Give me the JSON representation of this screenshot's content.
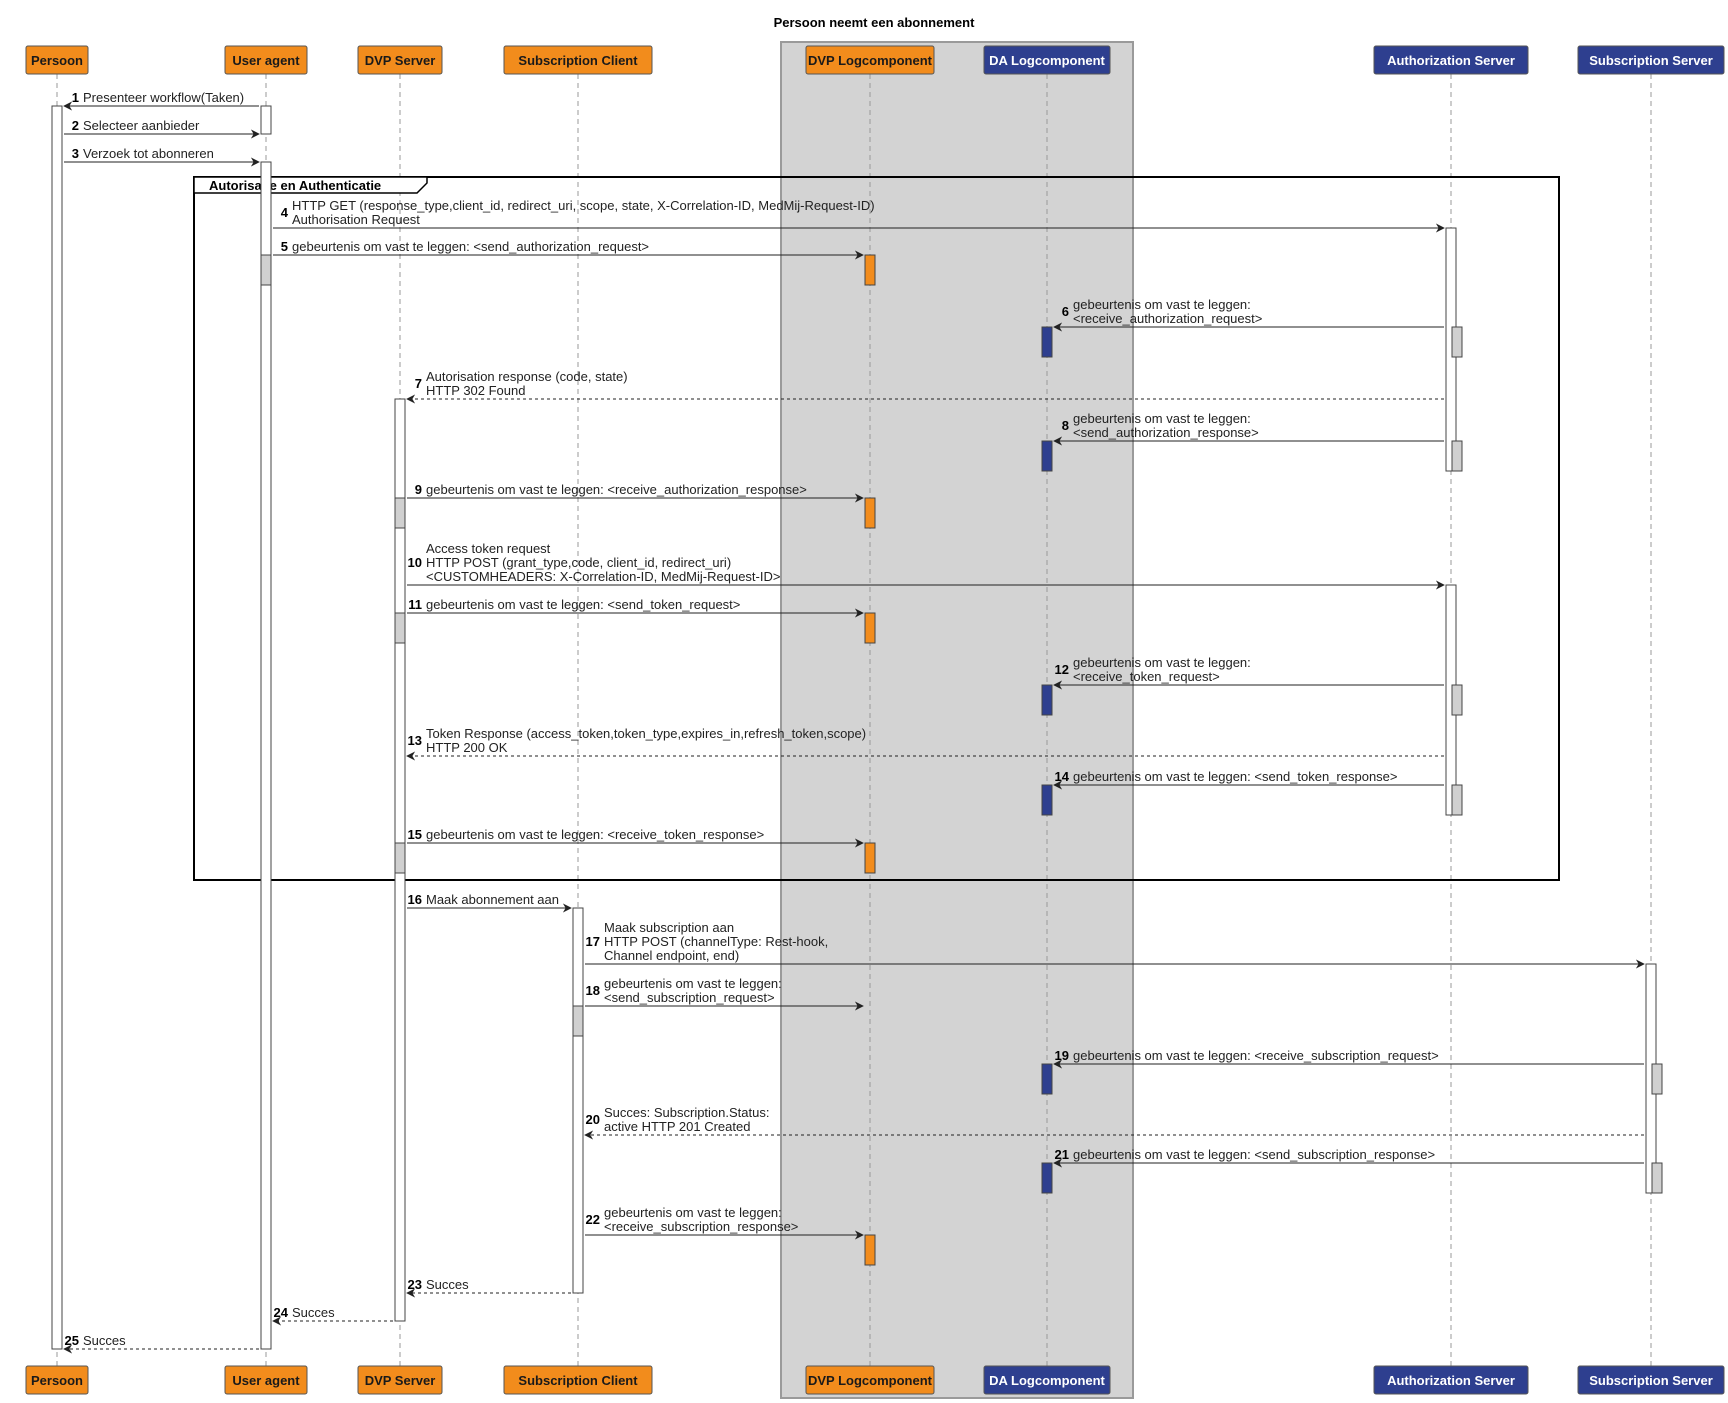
{
  "title": "Persoon neemt een abonnement",
  "colors": {
    "orange": "#f28c1c",
    "blue": "#2e3f8f",
    "group_bg": "#d3d3d3",
    "act_grey": "#d0d0d0"
  },
  "participants": [
    {
      "id": "persoon",
      "label": "Persoon",
      "color": "orange"
    },
    {
      "id": "ua",
      "label": "User agent",
      "color": "orange"
    },
    {
      "id": "dvp",
      "label": "DVP Server",
      "color": "orange"
    },
    {
      "id": "subc",
      "label": "Subscription Client",
      "color": "orange"
    },
    {
      "id": "dvplog",
      "label": "DVP Logcomponent",
      "color": "orange"
    },
    {
      "id": "dalog",
      "label": "DA  Logcomponent",
      "color": "blue"
    },
    {
      "id": "auth",
      "label": "Authorization Server",
      "color": "blue"
    },
    {
      "id": "subs",
      "label": "Subscription Server",
      "color": "blue"
    }
  ],
  "group_label": "Autorisatie en Authenticatie",
  "messages": [
    {
      "num": "1",
      "from": "ua",
      "to": "persoon",
      "dashed": false,
      "lines": [
        "Presenteer workflow(Taken)"
      ]
    },
    {
      "num": "2",
      "from": "persoon",
      "to": "ua",
      "dashed": false,
      "lines": [
        "Selecteer aanbieder"
      ]
    },
    {
      "num": "3",
      "from": "persoon",
      "to": "ua",
      "dashed": false,
      "lines": [
        "Verzoek tot abonneren"
      ]
    },
    {
      "num": "4",
      "from": "ua",
      "to": "auth",
      "dashed": false,
      "lines": [
        "HTTP GET (response_type,client_id, redirect_uri, scope, state, X-Correlation-ID, MedMij-Request-ID)",
        "Authorisation Request"
      ]
    },
    {
      "num": "5",
      "from": "ua",
      "to": "dvplog",
      "dashed": false,
      "lines": [
        "gebeurtenis om vast te leggen: <send_authorization_request>"
      ]
    },
    {
      "num": "6",
      "from": "auth",
      "to": "dalog",
      "dashed": false,
      "lines": [
        "gebeurtenis om vast te leggen:",
        "  <receive_authorization_request>"
      ]
    },
    {
      "num": "7",
      "from": "auth",
      "to": "dvp",
      "dashed": true,
      "lines": [
        "Autorisation response (code, state)",
        "HTTP 302 Found"
      ]
    },
    {
      "num": "8",
      "from": "auth",
      "to": "dalog",
      "dashed": false,
      "lines": [
        "gebeurtenis om vast te leggen:",
        "  <send_authorization_response>"
      ]
    },
    {
      "num": "9",
      "from": "dvp",
      "to": "dvplog",
      "dashed": false,
      "lines": [
        "gebeurtenis om vast te leggen: <receive_authorization_response>"
      ]
    },
    {
      "num": "10",
      "from": "dvp",
      "to": "auth",
      "dashed": false,
      "lines": [
        "Access token request",
        "HTTP POST (grant_type,code, client_id, redirect_uri)",
        "<CUSTOMHEADERS:  X-Correlation-ID, MedMij-Request-ID>"
      ]
    },
    {
      "num": "11",
      "from": "dvp",
      "to": "dvplog",
      "dashed": false,
      "lines": [
        "gebeurtenis om vast te leggen: <send_token_request>"
      ]
    },
    {
      "num": "12",
      "from": "auth",
      "to": "dalog",
      "dashed": false,
      "lines": [
        "gebeurtenis om vast te leggen:",
        "  <receive_token_request>"
      ]
    },
    {
      "num": "13",
      "from": "auth",
      "to": "dvp",
      "dashed": true,
      "lines": [
        "Token Response (access_token,token_type,expires_in,refresh_token,scope)",
        "HTTP 200 OK"
      ]
    },
    {
      "num": "14",
      "from": "auth",
      "to": "dalog",
      "dashed": false,
      "lines": [
        "gebeurtenis om vast te leggen: <send_token_response>"
      ]
    },
    {
      "num": "15",
      "from": "dvp",
      "to": "dvplog",
      "dashed": false,
      "lines": [
        "gebeurtenis om vast te leggen: <receive_token_response>"
      ]
    },
    {
      "num": "16",
      "from": "dvp",
      "to": "subc",
      "dashed": false,
      "lines": [
        "Maak abonnement aan"
      ]
    },
    {
      "num": "17",
      "from": "subc",
      "to": "subs",
      "dashed": false,
      "lines": [
        "Maak subscription aan",
        "HTTP POST (channelType: Rest-hook,",
        "Channel endpoint, end)"
      ]
    },
    {
      "num": "18",
      "from": "subc",
      "to": "dvplog",
      "dashed": false,
      "lines": [
        "gebeurtenis om vast te leggen:",
        "<send_subscription_request>"
      ]
    },
    {
      "num": "19",
      "from": "subs",
      "to": "dalog",
      "dashed": false,
      "lines": [
        "gebeurtenis om vast te leggen: <receive_subscription_request>"
      ]
    },
    {
      "num": "20",
      "from": "subs",
      "to": "subc",
      "dashed": true,
      "lines": [
        "Succes: Subscription.Status:",
        "  active HTTP 201 Created"
      ]
    },
    {
      "num": "21",
      "from": "subs",
      "to": "dalog",
      "dashed": false,
      "lines": [
        "gebeurtenis om vast te leggen: <send_subscription_response>"
      ]
    },
    {
      "num": "22",
      "from": "subc",
      "to": "dvplog",
      "dashed": false,
      "lines": [
        "gebeurtenis om vast te leggen:",
        "<receive_subscription_response>"
      ]
    },
    {
      "num": "23",
      "from": "subc",
      "to": "dvp",
      "dashed": true,
      "lines": [
        "Succes"
      ]
    },
    {
      "num": "24",
      "from": "dvp",
      "to": "ua",
      "dashed": true,
      "lines": [
        "Succes"
      ]
    },
    {
      "num": "25",
      "from": "ua",
      "to": "persoon",
      "dashed": true,
      "lines": [
        "Succes"
      ]
    }
  ]
}
